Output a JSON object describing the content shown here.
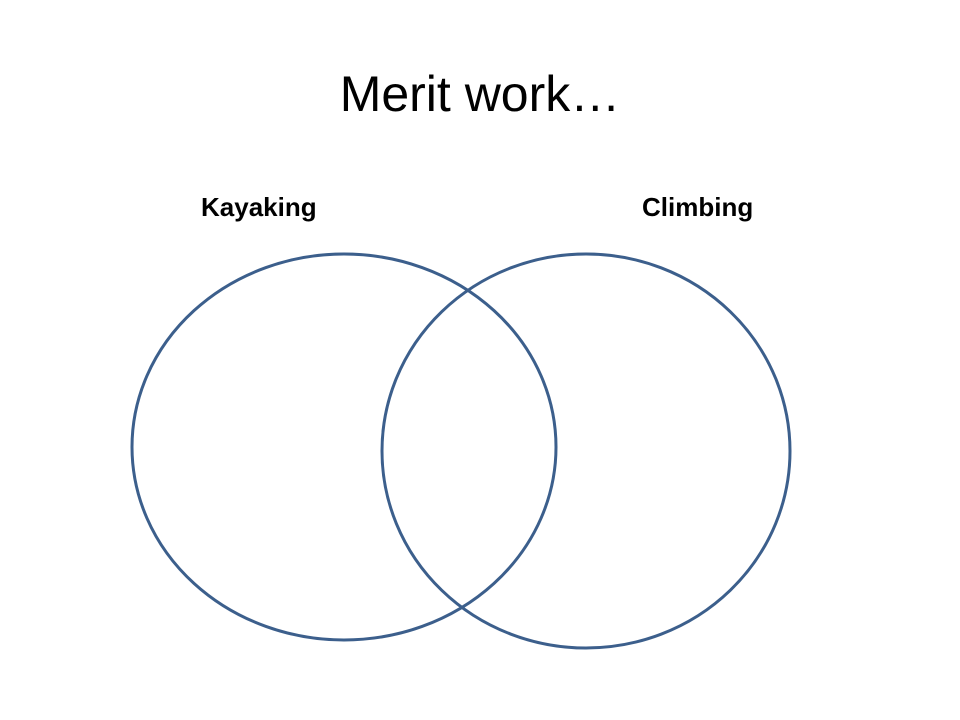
{
  "slide": {
    "title": "Merit work…",
    "sets": [
      {
        "label": "Kayaking"
      },
      {
        "label": "Climbing"
      }
    ]
  },
  "colors": {
    "background": "#ffffff",
    "text": "#000000",
    "circle_stroke": "#3c5f8c"
  }
}
